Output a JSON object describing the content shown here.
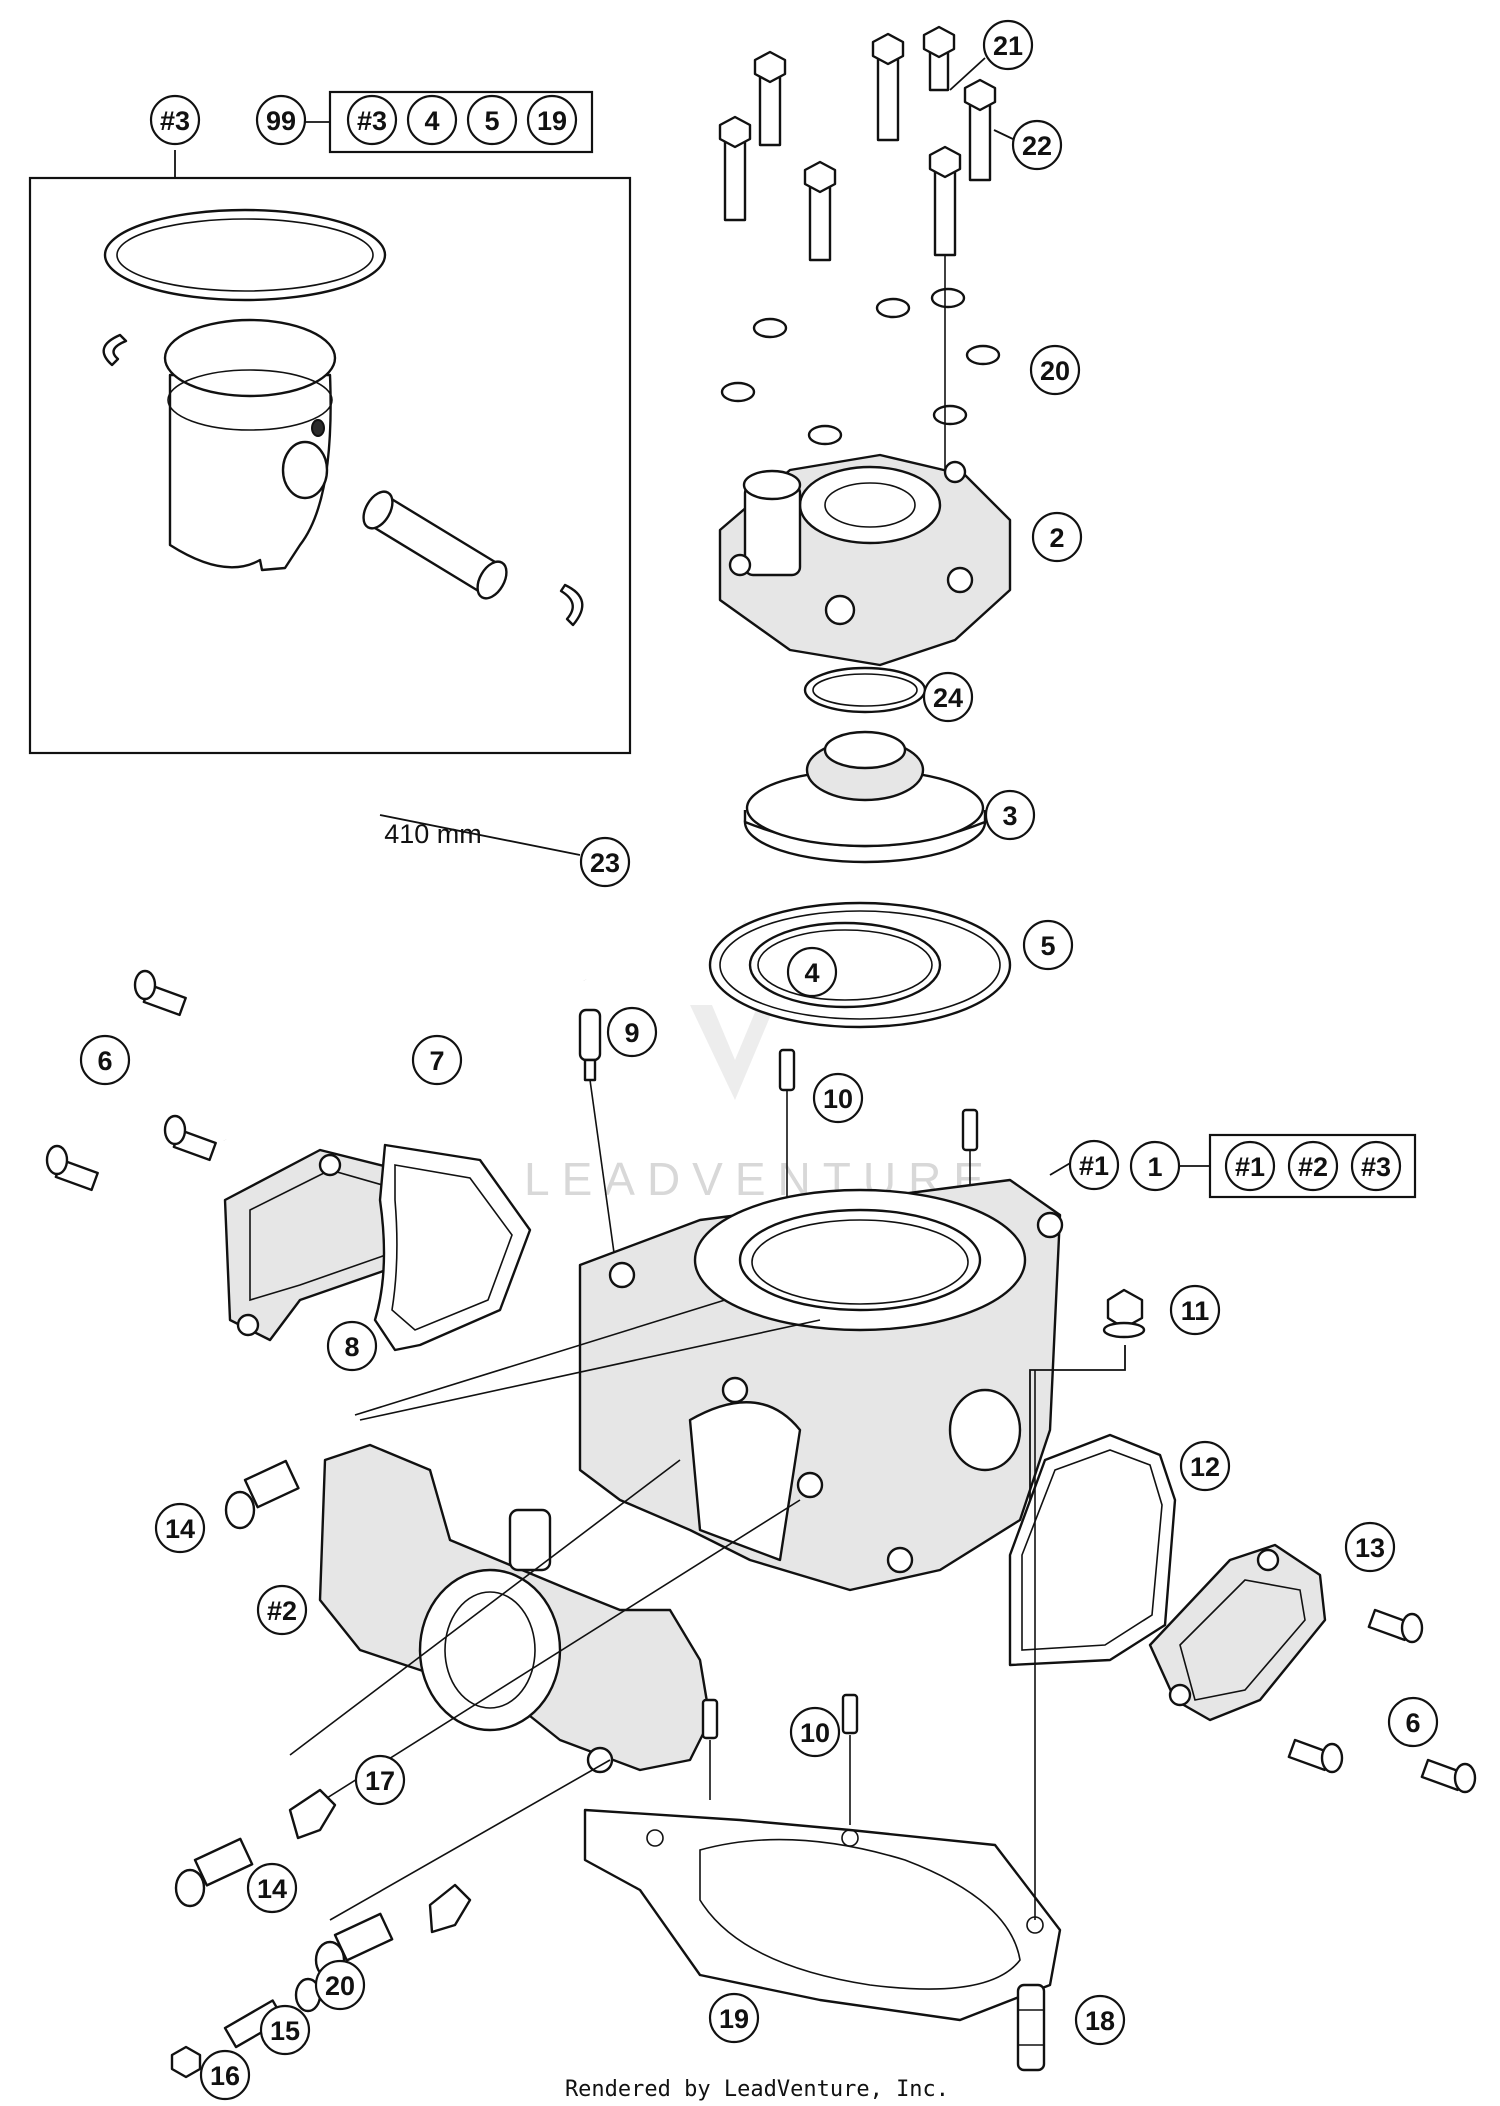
{
  "kit_box": {
    "label": "#3",
    "kit_callout": "99",
    "kit_items": [
      "#3",
      "4",
      "5",
      "19"
    ]
  },
  "assembly_group": {
    "label": "1",
    "items": [
      "#1",
      "#2",
      "#3"
    ]
  },
  "hose_length": "410 mm",
  "callouts": [
    {
      "id": "c21",
      "text": "21"
    },
    {
      "id": "c22",
      "text": "22"
    },
    {
      "id": "c20a",
      "text": "20"
    },
    {
      "id": "c2",
      "text": "2"
    },
    {
      "id": "c24",
      "text": "24"
    },
    {
      "id": "c3",
      "text": "3"
    },
    {
      "id": "c23",
      "text": "23"
    },
    {
      "id": "c5",
      "text": "5"
    },
    {
      "id": "c4",
      "text": "4"
    },
    {
      "id": "c9",
      "text": "9"
    },
    {
      "id": "c6a",
      "text": "6"
    },
    {
      "id": "c7",
      "text": "7"
    },
    {
      "id": "c10a",
      "text": "10"
    },
    {
      "id": "c1num",
      "text": "#1"
    },
    {
      "id": "c8",
      "text": "8"
    },
    {
      "id": "c11",
      "text": "11"
    },
    {
      "id": "c12",
      "text": "12"
    },
    {
      "id": "c14a",
      "text": "14"
    },
    {
      "id": "c13",
      "text": "13"
    },
    {
      "id": "c2num",
      "text": "#2"
    },
    {
      "id": "c6b",
      "text": "6"
    },
    {
      "id": "c17",
      "text": "17"
    },
    {
      "id": "c10b",
      "text": "10"
    },
    {
      "id": "c14b",
      "text": "14"
    },
    {
      "id": "c19",
      "text": "19"
    },
    {
      "id": "c20b",
      "text": "20"
    },
    {
      "id": "c15",
      "text": "15"
    },
    {
      "id": "c18",
      "text": "18"
    },
    {
      "id": "c16",
      "text": "16"
    }
  ],
  "watermark": "LEADVENTURE",
  "footer": "Rendered by LeadVenture, Inc."
}
